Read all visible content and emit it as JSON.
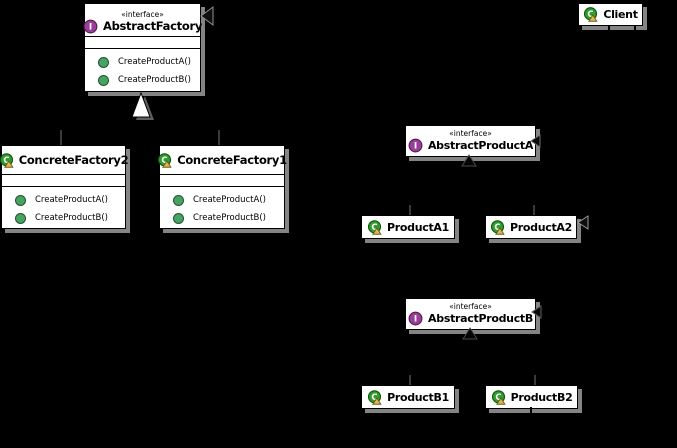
{
  "diagram": {
    "background": "#000000",
    "icons": {
      "interface_letter": "I",
      "class_letter": "C"
    },
    "colors": {
      "box_fill": "#ffffff",
      "box_border": "#000000",
      "shadow": "#848484",
      "interface_icon": "#9c3d9c",
      "class_icon": "#2e9e2e",
      "class_icon_triangle": "#dcb851",
      "method_bullet": "#47a360",
      "realization_triangle": "#ffffff"
    },
    "classes": [
      {
        "id": "abstract-factory",
        "kind": "interface",
        "stereotype": "«interface»",
        "name": "AbstractFactory",
        "methods": [
          "CreateProductA()",
          "CreateProductB()"
        ]
      },
      {
        "id": "client",
        "kind": "class",
        "name": "Client"
      },
      {
        "id": "concrete-factory2",
        "kind": "class",
        "name": "ConcreteFactory2",
        "methods": [
          "CreateProductA()",
          "CreateProductB()"
        ]
      },
      {
        "id": "concrete-factory1",
        "kind": "class",
        "name": "ConcreteFactory1",
        "methods": [
          "CreateProductA()",
          "CreateProductB()"
        ]
      },
      {
        "id": "abstract-product-a",
        "kind": "interface",
        "stereotype": "«interface»",
        "name": "AbstractProductA"
      },
      {
        "id": "product-a1",
        "kind": "class",
        "name": "ProductA1"
      },
      {
        "id": "product-a2",
        "kind": "class",
        "name": "ProductA2"
      },
      {
        "id": "abstract-product-b",
        "kind": "interface",
        "stereotype": "«interface»",
        "name": "AbstractProductB"
      },
      {
        "id": "product-b1",
        "kind": "class",
        "name": "ProductB1"
      },
      {
        "id": "product-b2",
        "kind": "class",
        "name": "ProductB2"
      }
    ],
    "relations": [
      {
        "type": "realization",
        "from": "ConcreteFactory1",
        "to": "AbstractFactory"
      },
      {
        "type": "realization",
        "from": "ConcreteFactory2",
        "to": "AbstractFactory"
      },
      {
        "type": "realization",
        "from": "ProductA1",
        "to": "AbstractProductA"
      },
      {
        "type": "realization",
        "from": "ProductA2",
        "to": "AbstractProductA"
      },
      {
        "type": "realization",
        "from": "ProductB1",
        "to": "AbstractProductB"
      },
      {
        "type": "realization",
        "from": "ProductB2",
        "to": "AbstractProductB"
      },
      {
        "type": "association",
        "from": "Client",
        "to": "AbstractFactory"
      },
      {
        "type": "association",
        "from": "Client",
        "to": "AbstractProductA"
      },
      {
        "type": "association",
        "from": "Client",
        "to": "AbstractProductB"
      }
    ]
  }
}
